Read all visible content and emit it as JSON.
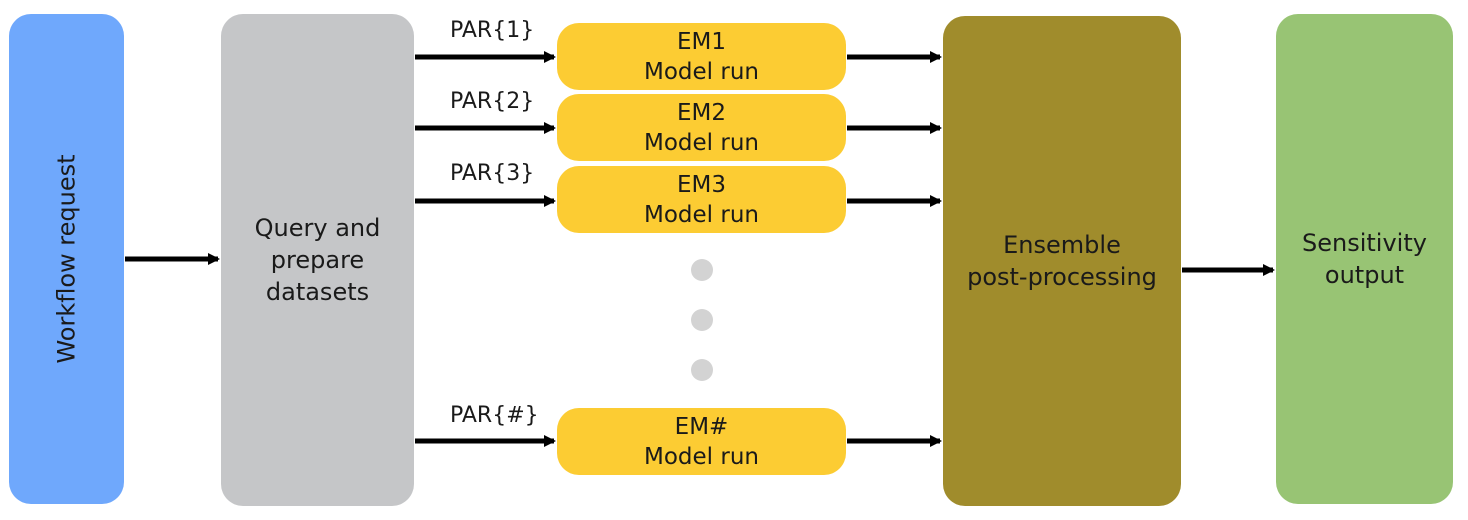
{
  "blocks": {
    "workflow_request": "Workflow request",
    "query_prepare": [
      "Query and",
      "prepare",
      "datasets"
    ],
    "ensemble": [
      "Ensemble",
      "post-processing"
    ],
    "sensitivity": [
      "Sensitivity",
      "output"
    ]
  },
  "runs": [
    {
      "param": "PAR{1}",
      "name": "EM1",
      "label": "Model run"
    },
    {
      "param": "PAR{2}",
      "name": "EM2",
      "label": "Model run"
    },
    {
      "param": "PAR{3}",
      "name": "EM3",
      "label": "Model run"
    },
    {
      "param": "PAR{#}",
      "name": "EM#",
      "label": "Model run"
    }
  ],
  "colors": {
    "workflow": "#6fa8fc",
    "query": "#c5c6c8",
    "model_run": "#fccc33",
    "ensemble": "#a08c2c",
    "sensitivity": "#98c474",
    "arrow": "#000000",
    "ellipsis_dot": "#d3d3d3"
  }
}
